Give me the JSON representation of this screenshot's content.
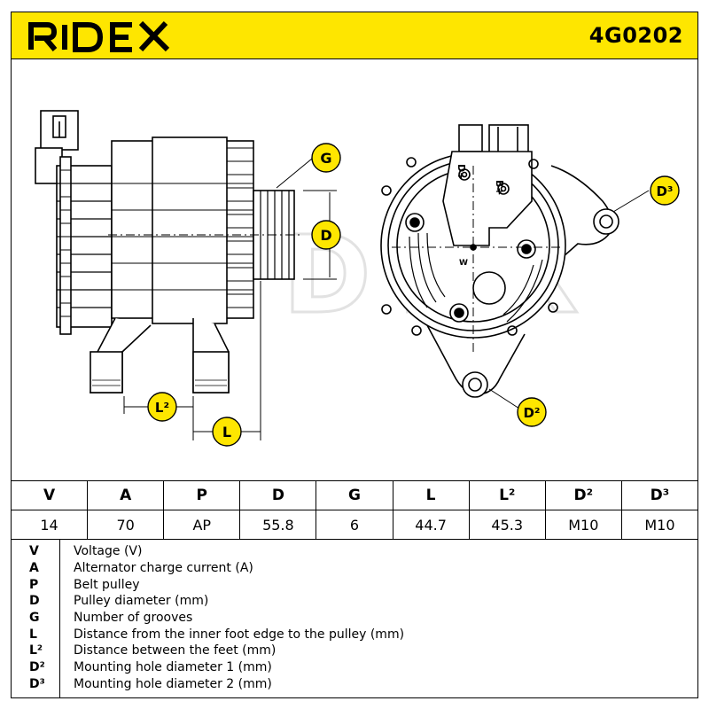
{
  "brand": "RIDEX",
  "part_number": "4G0202",
  "drawing_labels": {
    "G": "G",
    "D": "D",
    "L2": "L²",
    "L": "L",
    "D2": "D²",
    "D3": "D³",
    "terminal_d": "D+",
    "terminal_b": "B+",
    "terminal_w": "W",
    "watermark": "RIDEX"
  },
  "spec_table": {
    "headers": [
      "V",
      "A",
      "P",
      "D",
      "G",
      "L",
      "L²",
      "D²",
      "D³"
    ],
    "values": [
      "14",
      "70",
      "AP",
      "55.8",
      "6",
      "44.7",
      "45.3",
      "M10",
      "M10"
    ]
  },
  "legend": [
    {
      "symbol": "V",
      "text": "Voltage (V)"
    },
    {
      "symbol": "A",
      "text": "Alternator charge current (A)"
    },
    {
      "symbol": "P",
      "text": "Belt pulley"
    },
    {
      "symbol": "D",
      "text": "Pulley diameter (mm)"
    },
    {
      "symbol": "G",
      "text": "Number of grooves"
    },
    {
      "symbol": "L",
      "text": "Distance from the inner foot edge to the pulley (mm)"
    },
    {
      "symbol": "L²",
      "text": "Distance between the feet (mm)"
    },
    {
      "symbol": "D²",
      "text": "Mounting hole diameter 1 (mm)"
    },
    {
      "symbol": "D³",
      "text": "Mounting hole diameter 2 (mm)"
    }
  ],
  "colors": {
    "accent_yellow": "#fee600",
    "badge_yellow": "#fee600",
    "line": "#000000",
    "watermark": "#e6e6e6"
  }
}
